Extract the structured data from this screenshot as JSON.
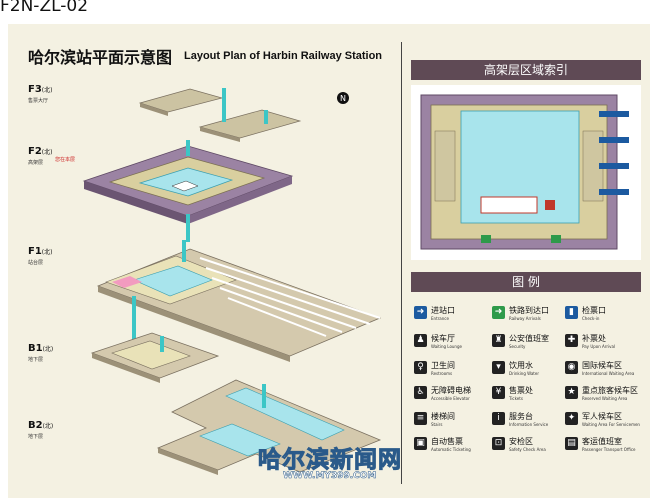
{
  "code_label": "F2N-ZL-02",
  "title_cn": "哈尔滨站平面示意图",
  "title_en": "Layout Plan of Harbin Railway Station",
  "floors": [
    {
      "id": "F3",
      "suffix": "(北)",
      "name_cn": "售票大厅"
    },
    {
      "id": "F2",
      "suffix": "(北)",
      "name_cn": "高架层"
    },
    {
      "id": "F1",
      "suffix": "(北)",
      "name_cn": "站台层"
    },
    {
      "id": "B1",
      "suffix": "(北)",
      "name_cn": "地下层"
    },
    {
      "id": "B2",
      "suffix": "(北)",
      "name_cn": "地下层"
    }
  ],
  "notice": "您在本层",
  "index_header": "高架层区域索引",
  "legend_header": "图  例",
  "legend": [
    {
      "cn": "进站口",
      "en": "Entrance",
      "icon": "entrance-icon",
      "color": "#1c5aa0",
      "glyph": "➜"
    },
    {
      "cn": "铁路到达口",
      "en": "Railway Arrivals",
      "icon": "arrivals-icon",
      "color": "#2e9a4a",
      "glyph": "➜"
    },
    {
      "cn": "检票口",
      "en": "Check-in",
      "icon": "checkin-icon",
      "color": "#1c5aa0",
      "glyph": "▮"
    },
    {
      "cn": "候车厅",
      "en": "Waiting Lounge",
      "icon": "lounge-icon",
      "color": "#222222",
      "glyph": "♟"
    },
    {
      "cn": "公安值班室",
      "en": "Security",
      "icon": "security-icon",
      "color": "#222222",
      "glyph": "♜"
    },
    {
      "cn": "补票处",
      "en": "Pay Upon Arrival",
      "icon": "payment-icon",
      "color": "#222222",
      "glyph": "✚"
    },
    {
      "cn": "卫生间",
      "en": "Restrooms",
      "icon": "restroom-icon",
      "color": "#222222",
      "glyph": "♀"
    },
    {
      "cn": "饮用水",
      "en": "Drinking Water",
      "icon": "water-icon",
      "color": "#222222",
      "glyph": "▾"
    },
    {
      "cn": "国际候车区",
      "en": "International Waiting Area",
      "icon": "international-icon",
      "color": "#222222",
      "glyph": "◉"
    },
    {
      "cn": "无障碍电梯",
      "en": "Accessible Elevator",
      "icon": "elevator-icon",
      "color": "#222222",
      "glyph": "♿"
    },
    {
      "cn": "售票处",
      "en": "Tickets",
      "icon": "ticket-icon",
      "color": "#222222",
      "glyph": "¥"
    },
    {
      "cn": "重点旅客候车区",
      "en": "Reserved Waiting Area",
      "icon": "reserved-icon",
      "color": "#222222",
      "glyph": "★"
    },
    {
      "cn": "楼梯间",
      "en": "Stairs",
      "icon": "stairs-icon",
      "color": "#222222",
      "glyph": "≡"
    },
    {
      "cn": "服务台",
      "en": "Information Service",
      "icon": "info-icon",
      "color": "#222222",
      "glyph": "i"
    },
    {
      "cn": "军人候车区",
      "en": "Waiting Area For Servicemen",
      "icon": "servicemen-icon",
      "color": "#222222",
      "glyph": "✦"
    },
    {
      "cn": "自动售票",
      "en": "Automatic Ticketing",
      "icon": "autoticket-icon",
      "color": "#222222",
      "glyph": "▣"
    },
    {
      "cn": "安检区",
      "en": "Safety Check Area",
      "icon": "safety-icon",
      "color": "#222222",
      "glyph": "⊡"
    },
    {
      "cn": "客运值班室",
      "en": "Passenger Transport Office",
      "icon": "office-icon",
      "color": "#222222",
      "glyph": "▤"
    }
  ],
  "watermark": "哈尔滨新闻网",
  "watermark_url": "WWW.MY399.COM"
}
